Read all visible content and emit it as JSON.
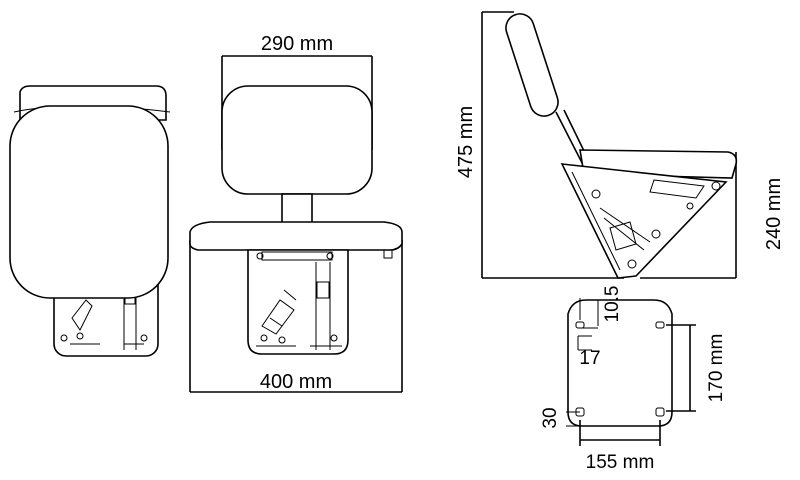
{
  "dimensions": {
    "backrest_width": "290 mm",
    "seat_width": "400 mm",
    "overall_height": "475 mm",
    "seat_height": "240 mm",
    "hole_offset_top": "10.5",
    "hole_offset_side": "17",
    "hole_spacing_vertical": "170 mm",
    "hole_offset_bottom": "30",
    "hole_spacing_horizontal": "155 mm"
  }
}
